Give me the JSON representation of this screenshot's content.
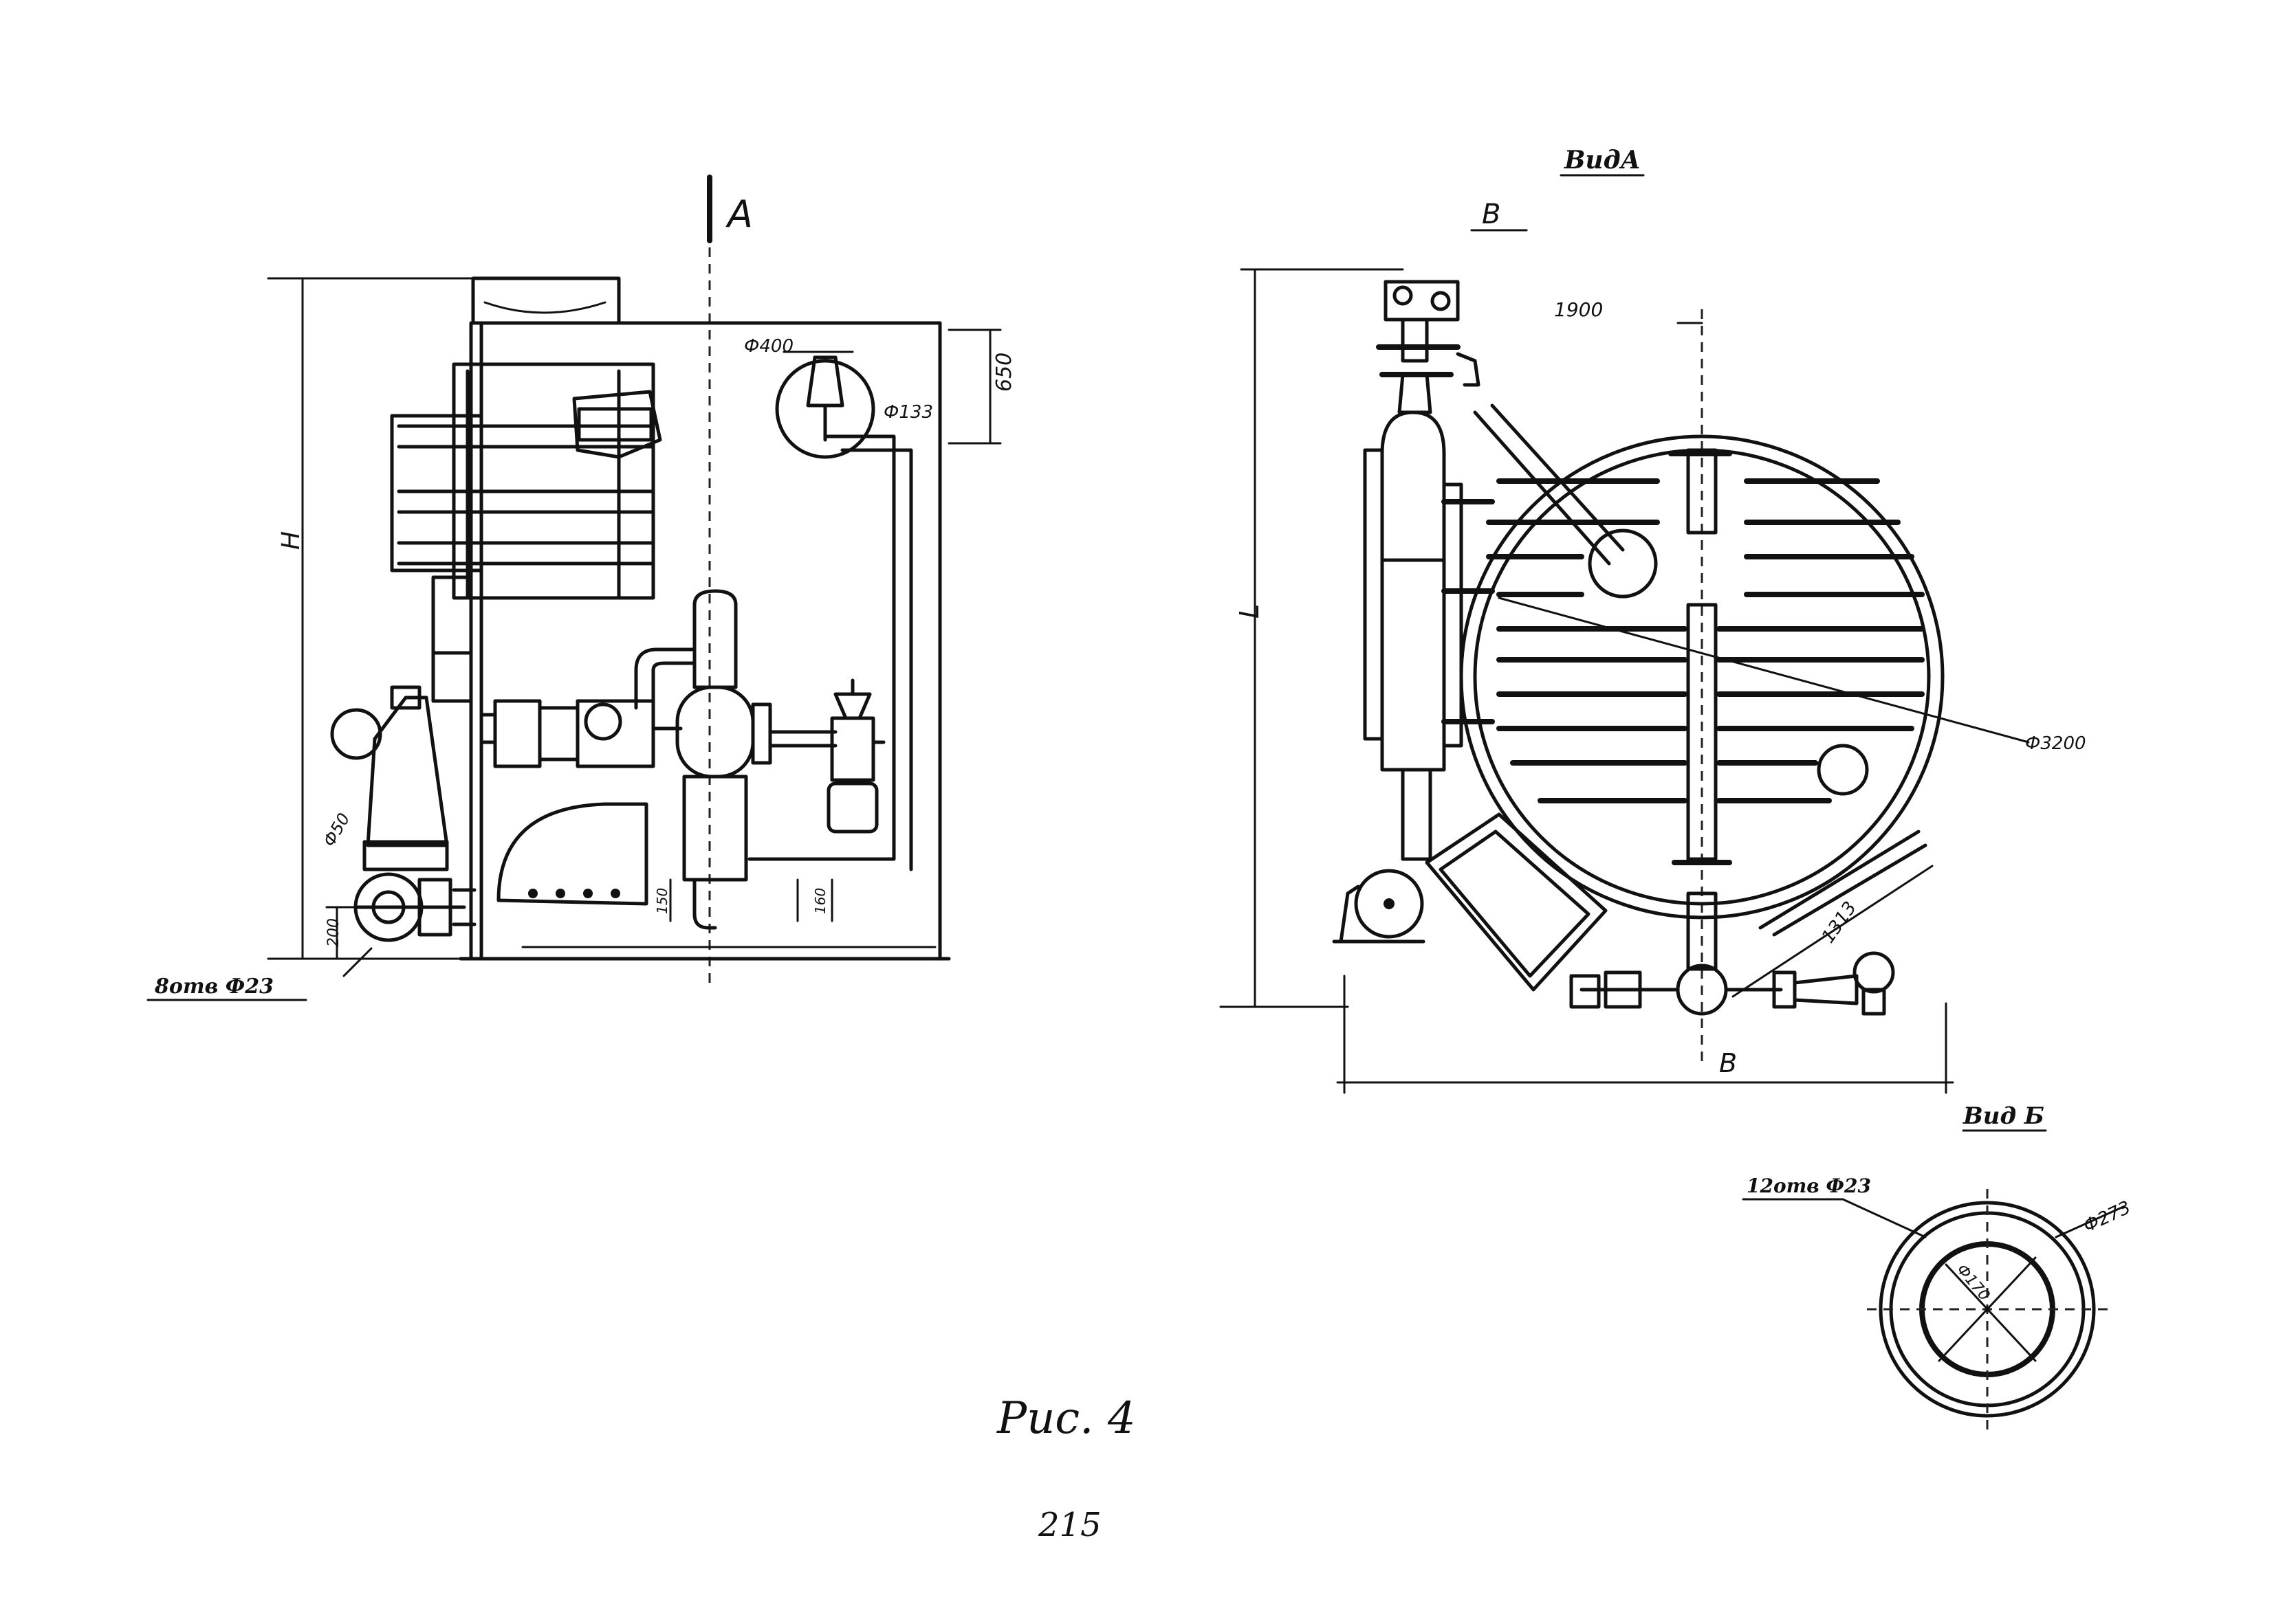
{
  "labels": {
    "section_mark": "A",
    "view_a": "ВидА",
    "view_b": "Вид Б",
    "mark_b_top": "B",
    "mark_b_bottom": "B",
    "dim_h": "H",
    "dim_l": "L",
    "dim_650": "650",
    "dim_d400": "Ф400",
    "dim_d133": "Ф133",
    "dim_200": "200",
    "dim_d50": "Ф50",
    "dim_1900": "1900",
    "dim_d3200": "Ф3200",
    "dim_1313": "1313",
    "holes_left": "8отв Ф23",
    "holes_right": "12отв Ф23",
    "dim_d273": "Ф273",
    "dim_d170": "Ф170",
    "small_160": "160",
    "small_150": "150",
    "caption": "Рис. 4",
    "page_number": "215"
  }
}
